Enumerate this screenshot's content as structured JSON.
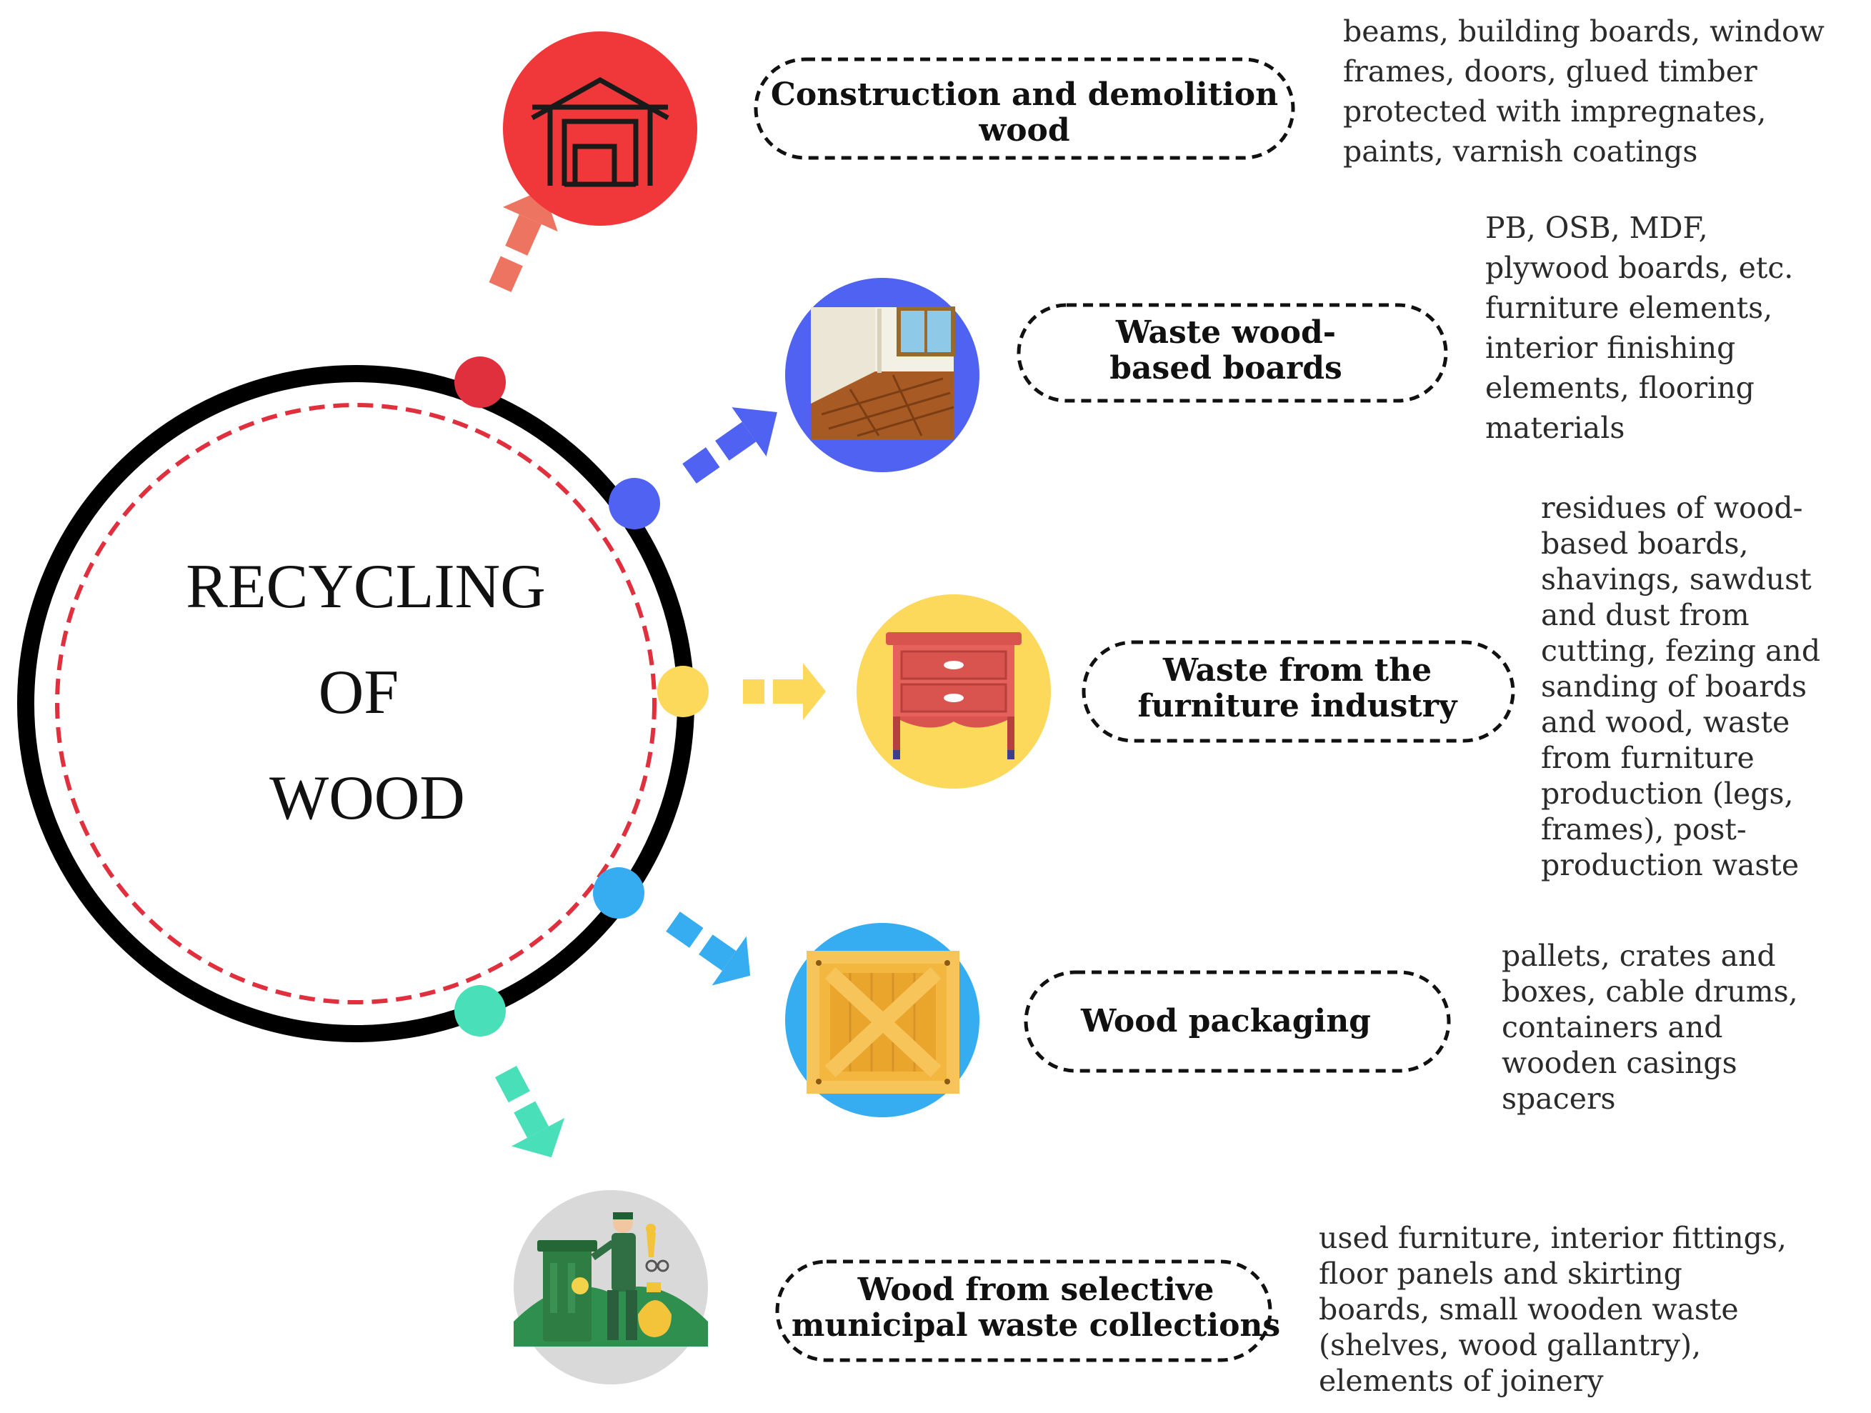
{
  "center": {
    "lines": [
      "RECYCLING",
      "OF",
      "WOOD"
    ]
  },
  "categories": [
    {
      "label_lines": [
        "Construction and demolition",
        "wood"
      ],
      "description_lines": [
        "beams,  building boards, window",
        "frames, doors, glued timber",
        "protected with impregnates,",
        "paints, varnish coatings"
      ],
      "color": "#f0373a",
      "arrow_color": "#ec7460",
      "icon": "house-icon"
    },
    {
      "label_lines": [
        "Waste wood-",
        "based boards"
      ],
      "description_lines": [
        "PB, OSB, MDF,",
        "plywood boards, etc.",
        "furniture elements,",
        "interior finishing",
        "elements, flooring",
        "materials"
      ],
      "color": "#4f62f2",
      "arrow_color": "#4f62f2",
      "icon": "wood-floor-icon"
    },
    {
      "label_lines": [
        "Waste from the",
        "furniture industry"
      ],
      "description_lines": [
        "residues of wood-",
        "based boards,",
        "shavings, sawdust",
        "and dust from",
        "cutting, fezing and",
        "sanding of boards",
        "and wood, waste",
        "from furniture",
        "production (legs,",
        "frames), post-",
        "production waste"
      ],
      "color": "#fcd85b",
      "arrow_color": "#fcd85b",
      "icon": "dresser-icon"
    },
    {
      "label_lines": [
        "Wood packaging"
      ],
      "description_lines": [
        "pallets, crates and",
        "boxes, cable drums,",
        "containers and",
        "wooden casings",
        "spacers"
      ],
      "color": "#36adf0",
      "arrow_color": "#36adf0",
      "icon": "wooden-crate-icon"
    },
    {
      "label_lines": [
        "Wood from selective",
        "municipal waste collections"
      ],
      "description_lines": [
        "used furniture, interior fittings,",
        "floor panels and skirting",
        "boards, small wooden waste",
        "(shelves, wood gallantry),",
        "elements of joinery"
      ],
      "color": "#d9d9d9",
      "arrow_color": "#48dfb9",
      "icon": "waste-collector-icon"
    }
  ]
}
